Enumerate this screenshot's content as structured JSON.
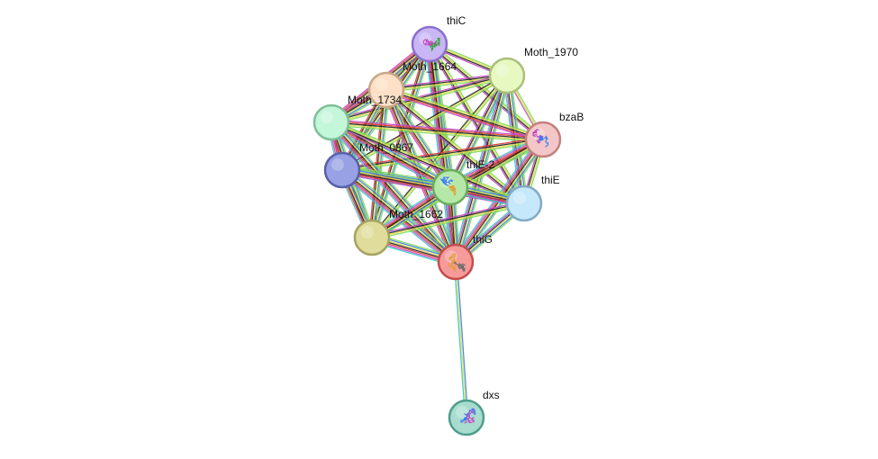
{
  "network": {
    "nodes": [
      {
        "id": "thiC",
        "label": "thiC",
        "fill": "#c9b6f5",
        "stroke": "#8a70d0",
        "structure": true
      },
      {
        "id": "Moth_1970",
        "label": "Moth_1970",
        "fill": "#e7f9c0",
        "stroke": "#a9c07a",
        "structure": false
      },
      {
        "id": "Moth_1664",
        "label": "Moth_1664",
        "fill": "#fde0c6",
        "stroke": "#c9a889",
        "structure": false
      },
      {
        "id": "bzaB",
        "label": "bzaB",
        "fill": "#f3c7c7",
        "stroke": "#c47f7f",
        "structure": true
      },
      {
        "id": "Moth_1734",
        "label": "Moth_1734",
        "fill": "#c4f6da",
        "stroke": "#7fbf98",
        "structure": false
      },
      {
        "id": "Moth_0867",
        "label": "Moth_0867",
        "fill": "#97a1e3",
        "stroke": "#5861a8",
        "structure": false
      },
      {
        "id": "thiE-2",
        "label": "thiE-2",
        "fill": "#b5e8a8",
        "stroke": "#6aae5d",
        "structure": true
      },
      {
        "id": "thiE",
        "label": "thiE",
        "fill": "#c6e8fb",
        "stroke": "#84abc4",
        "structure": false
      },
      {
        "id": "Moth_1662",
        "label": "Moth_1662",
        "fill": "#e0dd9c",
        "stroke": "#a6a260",
        "structure": false
      },
      {
        "id": "thiG",
        "label": "thiG",
        "fill": "#f69a9a",
        "stroke": "#c44d4d",
        "structure": true
      },
      {
        "id": "dxs",
        "label": "dxs",
        "fill": "#a8dccf",
        "stroke": "#4f9e8c",
        "structure": true
      }
    ],
    "edge_colors": [
      "#7ed957",
      "#3c7df0",
      "#e0e04a",
      "#222222",
      "#e03c3c",
      "#c248c2",
      "#39c6c6",
      "#2ea32e"
    ],
    "edges": [
      {
        "source": "thiC",
        "target": "Moth_1970",
        "colors": [
          0,
          2,
          3,
          5
        ]
      },
      {
        "source": "thiC",
        "target": "Moth_1664",
        "colors": [
          0,
          1,
          2,
          3,
          4,
          5
        ]
      },
      {
        "source": "thiC",
        "target": "bzaB",
        "colors": [
          0,
          2,
          3,
          5
        ]
      },
      {
        "source": "thiC",
        "target": "Moth_1734",
        "colors": [
          0,
          1,
          2,
          3,
          4,
          5
        ]
      },
      {
        "source": "thiC",
        "target": "Moth_0867",
        "colors": [
          0,
          1,
          2,
          3,
          4
        ]
      },
      {
        "source": "thiC",
        "target": "thiE-2",
        "colors": [
          0,
          1,
          2,
          3,
          4,
          5,
          6
        ]
      },
      {
        "source": "thiC",
        "target": "thiE",
        "colors": [
          0,
          2,
          3,
          5
        ]
      },
      {
        "source": "thiC",
        "target": "Moth_1662",
        "colors": [
          0,
          1,
          2,
          3,
          4
        ]
      },
      {
        "source": "thiC",
        "target": "thiG",
        "colors": [
          0,
          1,
          2,
          3,
          4,
          5,
          6
        ]
      },
      {
        "source": "Moth_1970",
        "target": "Moth_1664",
        "colors": [
          0,
          2,
          3,
          5
        ]
      },
      {
        "source": "Moth_1970",
        "target": "bzaB",
        "colors": [
          0,
          2,
          5
        ]
      },
      {
        "source": "Moth_1970",
        "target": "Moth_1734",
        "colors": [
          0,
          2,
          3,
          5
        ]
      },
      {
        "source": "Moth_1970",
        "target": "Moth_0867",
        "colors": [
          0,
          2,
          3
        ]
      },
      {
        "source": "Moth_1970",
        "target": "thiE-2",
        "colors": [
          0,
          1,
          2,
          3,
          5
        ]
      },
      {
        "source": "Moth_1970",
        "target": "thiE",
        "colors": [
          0,
          1,
          2,
          3,
          5,
          6
        ]
      },
      {
        "source": "Moth_1970",
        "target": "Moth_1662",
        "colors": [
          0,
          2,
          3
        ]
      },
      {
        "source": "Moth_1970",
        "target": "thiG",
        "colors": [
          0,
          1,
          2,
          3,
          5,
          6
        ]
      },
      {
        "source": "Moth_1664",
        "target": "bzaB",
        "colors": [
          0,
          2,
          3,
          4,
          5
        ]
      },
      {
        "source": "Moth_1664",
        "target": "Moth_1734",
        "colors": [
          0,
          1,
          2,
          3,
          4,
          5
        ]
      },
      {
        "source": "Moth_1664",
        "target": "Moth_0867",
        "colors": [
          0,
          1,
          2,
          3,
          4
        ]
      },
      {
        "source": "Moth_1664",
        "target": "thiE-2",
        "colors": [
          0,
          1,
          2,
          3,
          4,
          5
        ]
      },
      {
        "source": "Moth_1664",
        "target": "thiE",
        "colors": [
          0,
          2,
          3,
          5
        ]
      },
      {
        "source": "Moth_1664",
        "target": "Moth_1662",
        "colors": [
          0,
          1,
          2,
          3,
          4
        ]
      },
      {
        "source": "Moth_1664",
        "target": "thiG",
        "colors": [
          0,
          1,
          2,
          3,
          4,
          5
        ]
      },
      {
        "source": "bzaB",
        "target": "Moth_1734",
        "colors": [
          0,
          2,
          3,
          4,
          5
        ]
      },
      {
        "source": "bzaB",
        "target": "Moth_0867",
        "colors": [
          0,
          2,
          3,
          4
        ]
      },
      {
        "source": "bzaB",
        "target": "thiE-2",
        "colors": [
          0,
          1,
          2,
          3,
          4,
          5,
          6
        ]
      },
      {
        "source": "bzaB",
        "target": "thiE",
        "colors": [
          0,
          2,
          3,
          5
        ]
      },
      {
        "source": "bzaB",
        "target": "Moth_1662",
        "colors": [
          0,
          2,
          3,
          4
        ]
      },
      {
        "source": "bzaB",
        "target": "thiG",
        "colors": [
          0,
          1,
          2,
          3,
          4,
          5,
          6
        ]
      },
      {
        "source": "Moth_1734",
        "target": "Moth_0867",
        "colors": [
          0,
          1,
          2,
          3,
          4,
          5,
          6
        ]
      },
      {
        "source": "Moth_1734",
        "target": "thiE-2",
        "colors": [
          0,
          1,
          2,
          3,
          4,
          5,
          6
        ]
      },
      {
        "source": "Moth_1734",
        "target": "thiE",
        "colors": [
          0,
          2,
          3,
          5
        ]
      },
      {
        "source": "Moth_1734",
        "target": "Moth_1662",
        "colors": [
          0,
          1,
          2,
          3,
          4,
          5
        ]
      },
      {
        "source": "Moth_1734",
        "target": "thiG",
        "colors": [
          0,
          1,
          2,
          3,
          4,
          5,
          6
        ]
      },
      {
        "source": "Moth_0867",
        "target": "thiE-2",
        "colors": [
          0,
          1,
          2,
          3,
          4,
          5,
          6
        ]
      },
      {
        "source": "Moth_0867",
        "target": "thiE",
        "colors": [
          0,
          1,
          2,
          3,
          4,
          5
        ]
      },
      {
        "source": "Moth_0867",
        "target": "Moth_1662",
        "colors": [
          0,
          1,
          2,
          3,
          4,
          6
        ]
      },
      {
        "source": "Moth_0867",
        "target": "thiG",
        "colors": [
          0,
          1,
          2,
          3,
          4,
          5,
          6
        ]
      },
      {
        "source": "thiE-2",
        "target": "thiE",
        "colors": [
          0,
          1,
          2,
          3,
          4,
          5,
          6
        ]
      },
      {
        "source": "thiE-2",
        "target": "Moth_1662",
        "colors": [
          0,
          1,
          2,
          3,
          4,
          5,
          6
        ]
      },
      {
        "source": "thiE-2",
        "target": "thiG",
        "colors": [
          0,
          1,
          2,
          3,
          4,
          5,
          6
        ]
      },
      {
        "source": "thiE",
        "target": "Moth_1662",
        "colors": [
          0,
          2,
          3,
          5
        ]
      },
      {
        "source": "thiE",
        "target": "thiG",
        "colors": [
          0,
          1,
          2,
          3,
          5,
          6
        ]
      },
      {
        "source": "Moth_1662",
        "target": "thiG",
        "colors": [
          0,
          1,
          2,
          3,
          4,
          5,
          6
        ]
      },
      {
        "source": "thiG",
        "target": "dxs",
        "colors": [
          1,
          2,
          6
        ]
      }
    ]
  }
}
